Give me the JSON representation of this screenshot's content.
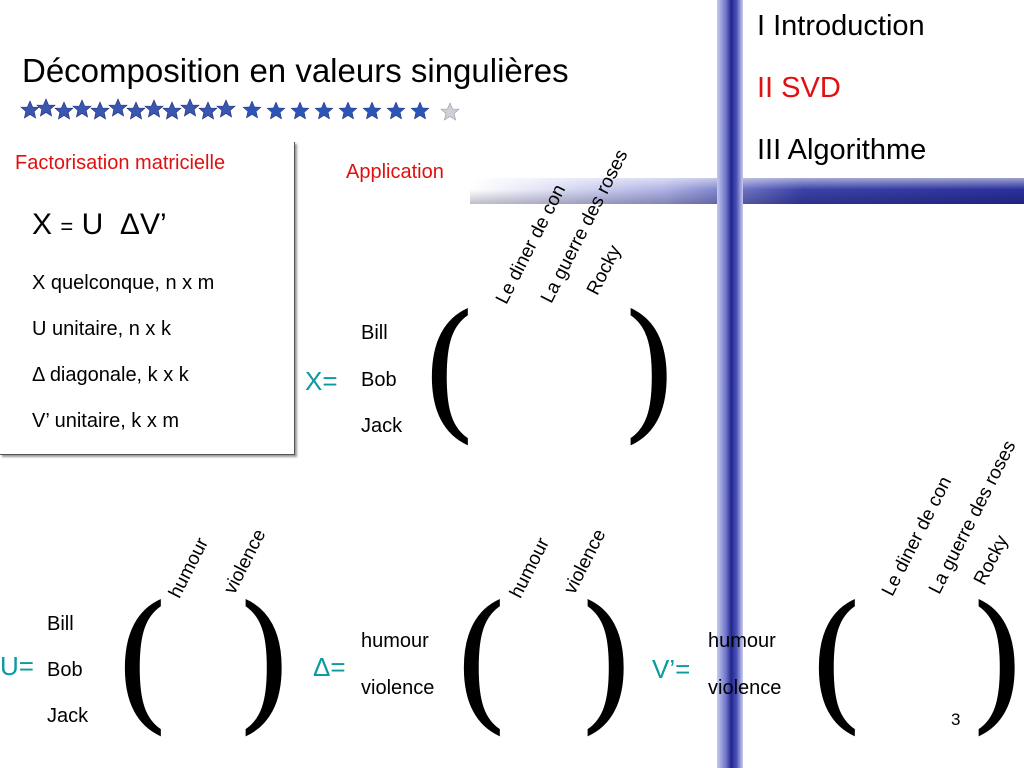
{
  "nav": {
    "item1": "I Introduction",
    "item2": "II SVD",
    "item3": "III Algorithme",
    "active_color": "#e01010"
  },
  "title": "Décomposition en valeurs singulières",
  "factorisation": {
    "heading": "Factorisation matricielle",
    "equation": {
      "x": "X",
      "eq": "=",
      "u": "U",
      "delta": "Δ",
      "v": "V’"
    },
    "lines": [
      "X quelconque, n x m",
      "U unitaire, n x k",
      "Δ diagonale, k x k",
      "V’ unitaire, k x m"
    ]
  },
  "application": {
    "heading": "Application",
    "x_matrix": {
      "label": "X=",
      "columns": [
        "Le diner de con",
        "La guerre des  roses",
        "Rocky"
      ],
      "rows": [
        "Bill",
        "Bob",
        "Jack"
      ]
    },
    "u_matrix": {
      "label": "U=",
      "columns": [
        "humour",
        "violence"
      ],
      "rows": [
        "Bill",
        "Bob",
        "Jack"
      ]
    },
    "delta_matrix": {
      "label": "Δ=",
      "columns": [
        "humour",
        "violence"
      ],
      "rows": [
        "humour",
        "violence"
      ]
    },
    "v_matrix": {
      "label": "V’=",
      "columns": [
        "Le diner de con",
        "La guerre des  roses",
        "Rocky"
      ],
      "rows": [
        "humour",
        "violence"
      ]
    },
    "paren_open": "(",
    "paren_close": ")"
  },
  "page_number": "3",
  "decor": {
    "star_icon": "star-icon",
    "cross_icon": "blue-cross-bars",
    "accent_teal": "#0a9aa0",
    "bar_blue": "#22258f"
  }
}
